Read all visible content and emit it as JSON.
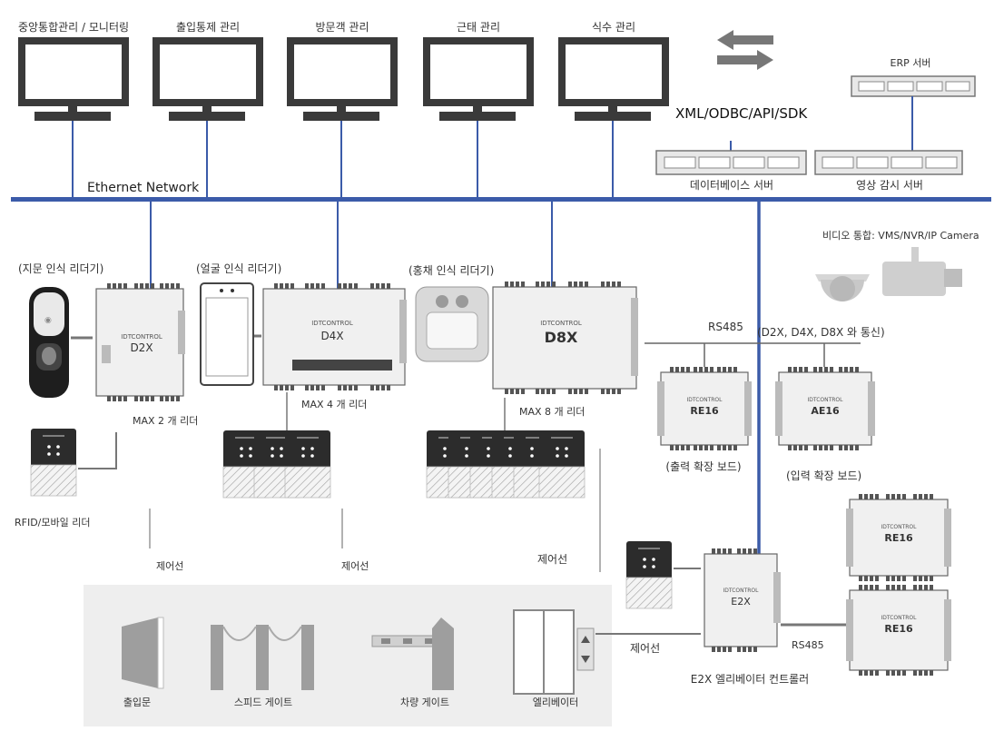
{
  "monitors": [
    {
      "label": "중앙통합관리 / 모니터링"
    },
    {
      "label": "출입통제 관리"
    },
    {
      "label": "방문객 관리"
    },
    {
      "label": "근태 관리"
    },
    {
      "label": "식수 관리"
    }
  ],
  "network": {
    "label": "Ethernet Network",
    "color": "#3b5ba9"
  },
  "integration": {
    "protocols": "XML/ODBC/API/SDK"
  },
  "servers": {
    "erp": "ERP 서버",
    "database": "데이터베이스 서버",
    "video": "영상 감시 서버"
  },
  "video_integration": "비디오 통합: VMS/NVR/IP Camera",
  "readers": {
    "fingerprint": "(지문 인식 리더기)",
    "face": "(얼굴 인식 리더기)",
    "iris": "(홍채 인식 리더기)",
    "rfid": "RFID/모바일 리더"
  },
  "controllers": {
    "d2x": {
      "model": "D2X",
      "brand": "IDTCONTROL",
      "capacity": "MAX 2 개 리더"
    },
    "d4x": {
      "model": "D4X",
      "brand": "IDTCONTROL",
      "capacity": "MAX 4 개 리더"
    },
    "d8x": {
      "model": "D8X",
      "brand": "IDTCONTROL",
      "capacity": "MAX 8 개 리더"
    },
    "e2x": {
      "model": "E2X",
      "brand": "IDTCONTROL",
      "caption": "E2X 엘리베이터 컨트롤러"
    }
  },
  "expansion": {
    "rs485": "RS485",
    "comm_note": "(D2X, D4X, D8X 와 통신)",
    "re16": {
      "model": "RE16",
      "brand": "IDTCONTROL",
      "caption": "(출력 확장 보드)"
    },
    "ae16": {
      "model": "AE16",
      "brand": "IDTCONTROL",
      "caption": "(입력 확장 보드)"
    },
    "e2x_rs485": "RS485"
  },
  "control_wire": "제어선",
  "gates": {
    "door": "출입문",
    "speed_gate": "스피드 게이트",
    "vehicle_gate": "차량 게이트",
    "elevator": "엘리베이터"
  }
}
